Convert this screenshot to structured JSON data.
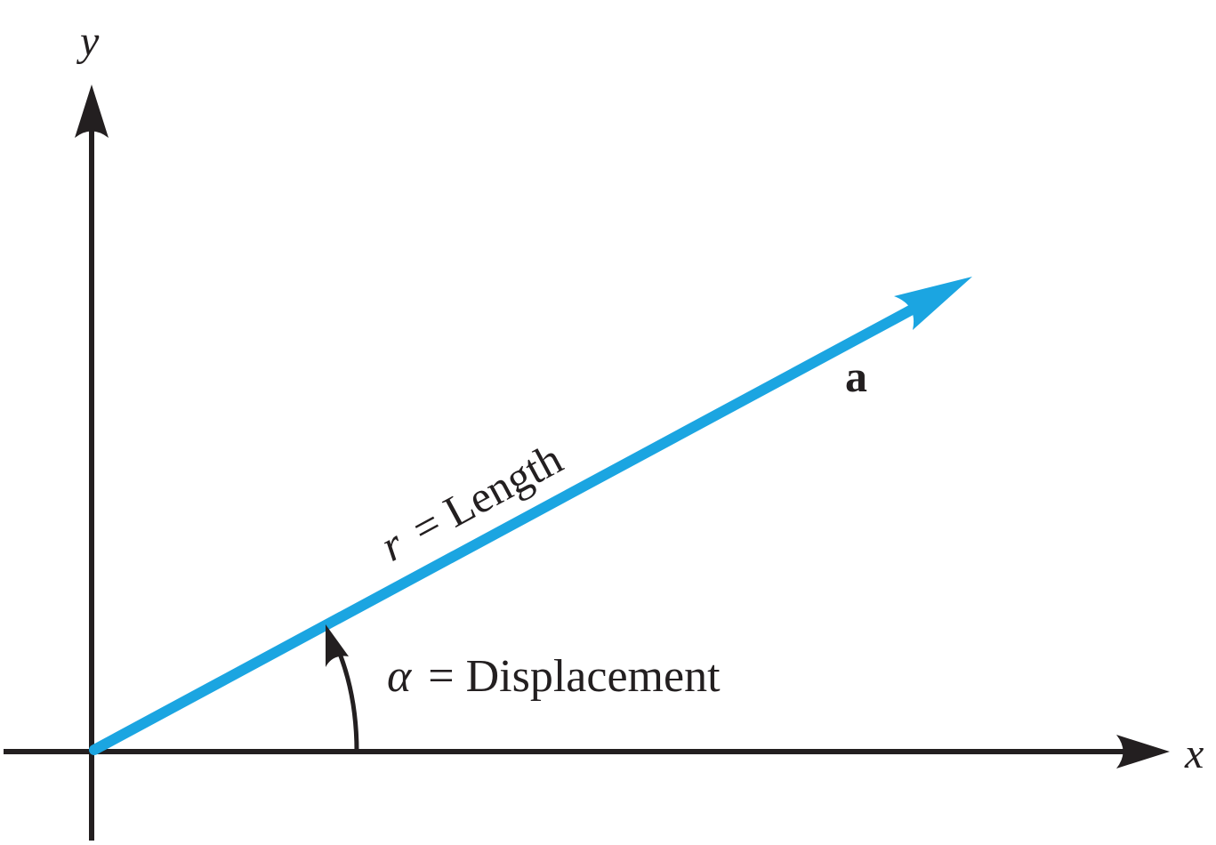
{
  "axes": {
    "x_label": "x",
    "y_label": "y"
  },
  "vector": {
    "name": "a",
    "length_var": "r",
    "length_text": "= Length",
    "color": "#1ba5e1"
  },
  "angle": {
    "symbol": "α",
    "text": "= Displacement"
  },
  "colors": {
    "axis": "#231f20",
    "vector": "#1ba5e1",
    "background": "#ffffff"
  }
}
